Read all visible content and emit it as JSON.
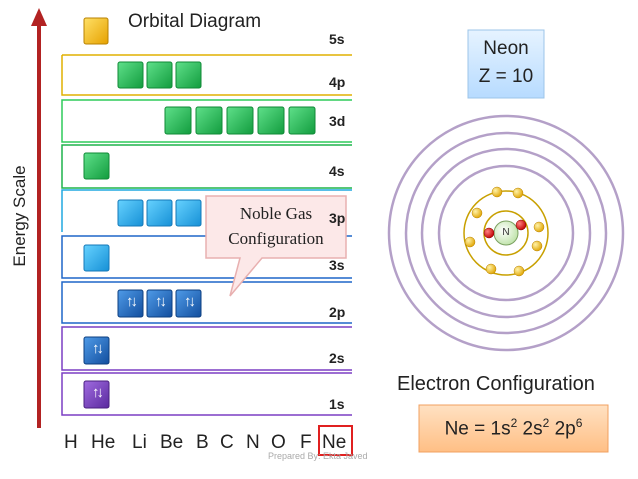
{
  "title": "Orbital Diagram",
  "energy_axis_label": "Energy Scale",
  "levels": [
    "5s",
    "4p",
    "3d",
    "4s",
    "3p",
    "3s",
    "2p",
    "2s",
    "1s"
  ],
  "elements": [
    "H",
    "He",
    "Li",
    "Be",
    "B",
    "C",
    "N",
    "O",
    "F",
    "Ne"
  ],
  "highlighted_element": "Ne",
  "callout": {
    "line1": "Noble Gas",
    "line2": "Configuration"
  },
  "element_box": {
    "name": "Neon",
    "z": "Z = 10"
  },
  "nucleus_label": "N",
  "config_heading": "Electron Configuration",
  "config": {
    "prefix": "Ne = 1s",
    "e1": "2",
    "s2": "2s",
    "e2": "2",
    "p2": "2p",
    "e3": "6"
  },
  "watermark": "Prepared By: Ekta Javed",
  "orbital_electrons": {
    "1s": "↑↓",
    "2s": "↑↓",
    "2p": [
      "↑↓",
      "↑↓",
      "↑↓"
    ]
  },
  "colors": {
    "arrow": "#b22222",
    "5s": "#f5b800",
    "4p": "#2ecc5a",
    "3d": "#1fb34c",
    "4s": "#22aa44",
    "3p": "#22aaee",
    "3s": "#22aaee",
    "2p": "#1f66c8",
    "2s": "#1f66c8",
    "1s": "#7b3fc4",
    "highlight": "#e02020",
    "config_box": "#ffcc99",
    "element_box": "#cfe8ff"
  }
}
